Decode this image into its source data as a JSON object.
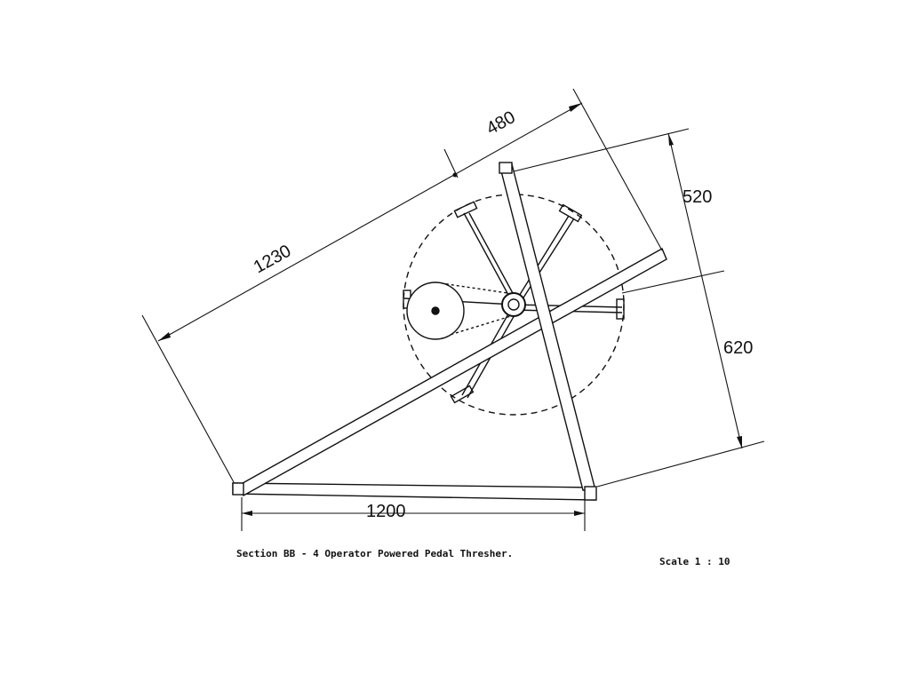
{
  "dimensions": {
    "d480": "480",
    "d520": "520",
    "d1230": "1230",
    "d620": "620",
    "d1200": "1200"
  },
  "caption": "Section BB - 4 Operator Powered Pedal Thresher.",
  "scale": "Scale 1 : 10"
}
